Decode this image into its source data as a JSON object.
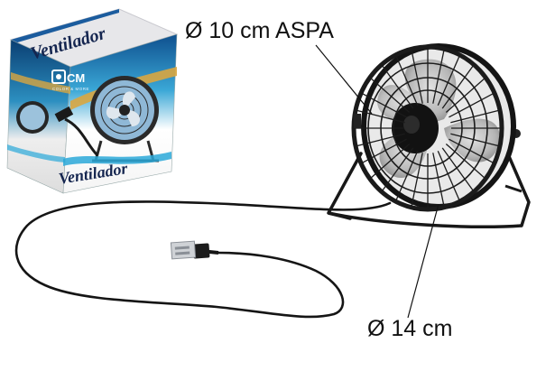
{
  "annotations": {
    "blade_diameter": "Ø 10 cm ASPA",
    "fan_diameter": "Ø 14 cm"
  },
  "package": {
    "brand": "CM",
    "brand_tagline": "COLOR & MORE",
    "product_name_top": "Ventilador",
    "product_name_bottom": "Ventilador"
  },
  "colors": {
    "fan_body": "#1a1a1a",
    "fan_blades": "#b9b9b9",
    "box_blue": "#1e63a8",
    "box_cyan": "#2aa8d8",
    "box_gold": "#d9a640",
    "cable": "#151515"
  }
}
